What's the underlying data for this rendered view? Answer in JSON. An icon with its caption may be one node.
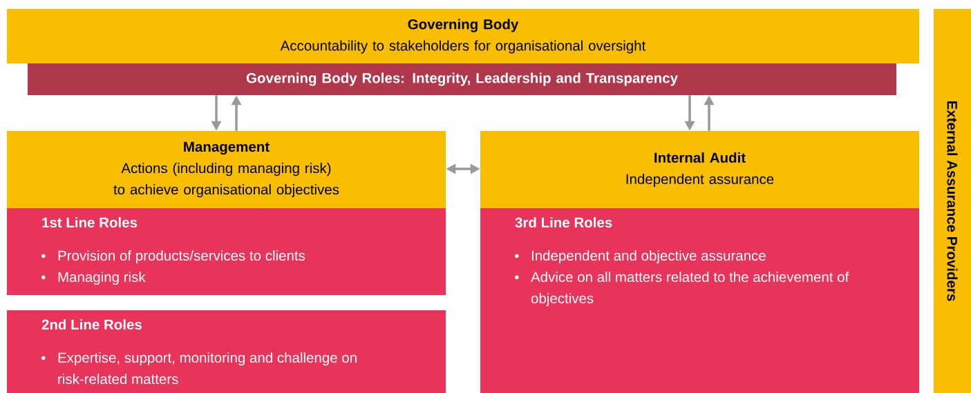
{
  "diagram": {
    "nodes": [
      {
        "text": [
          "Governing Body",
          "Accountability to stakeholders for organisational oversight"
        ]
      },
      {
        "text": [
          "Governing Body Roles: Integrity, Leadership and Transparency"
        ]
      },
      {
        "text": [
          "Management",
          "Actions (including managing risk) to achieve organisational objectives"
        ]
      },
      {
        "text": [
          "1st Line Roles",
          "Provision of products/services to clients",
          "Managing risk"
        ]
      },
      {
        "text": [
          "2nd Line Roles",
          "Expertise, support, monitoring and challenge on risk-related matters"
        ]
      },
      {
        "text": [
          "Internal Audit",
          "Independent assurance"
        ]
      },
      {
        "text": [
          "3rd Line Roles",
          "Independent and objective assurance",
          "Advice on all matters related to the achievement of objectives"
        ]
      },
      {
        "text": [
          "External Assurance Providers"
        ]
      }
    ],
    "edges": [
      {
        "from": 1,
        "to": 2,
        "arrow": "to"
      },
      {
        "from": 2,
        "to": 1,
        "arrow": "to"
      },
      {
        "from": 1,
        "to": 5,
        "arrow": "to"
      },
      {
        "from": 5,
        "to": 1,
        "arrow": "to"
      },
      {
        "from": 2,
        "to": 5,
        "arrow": "both"
      }
    ]
  }
}
